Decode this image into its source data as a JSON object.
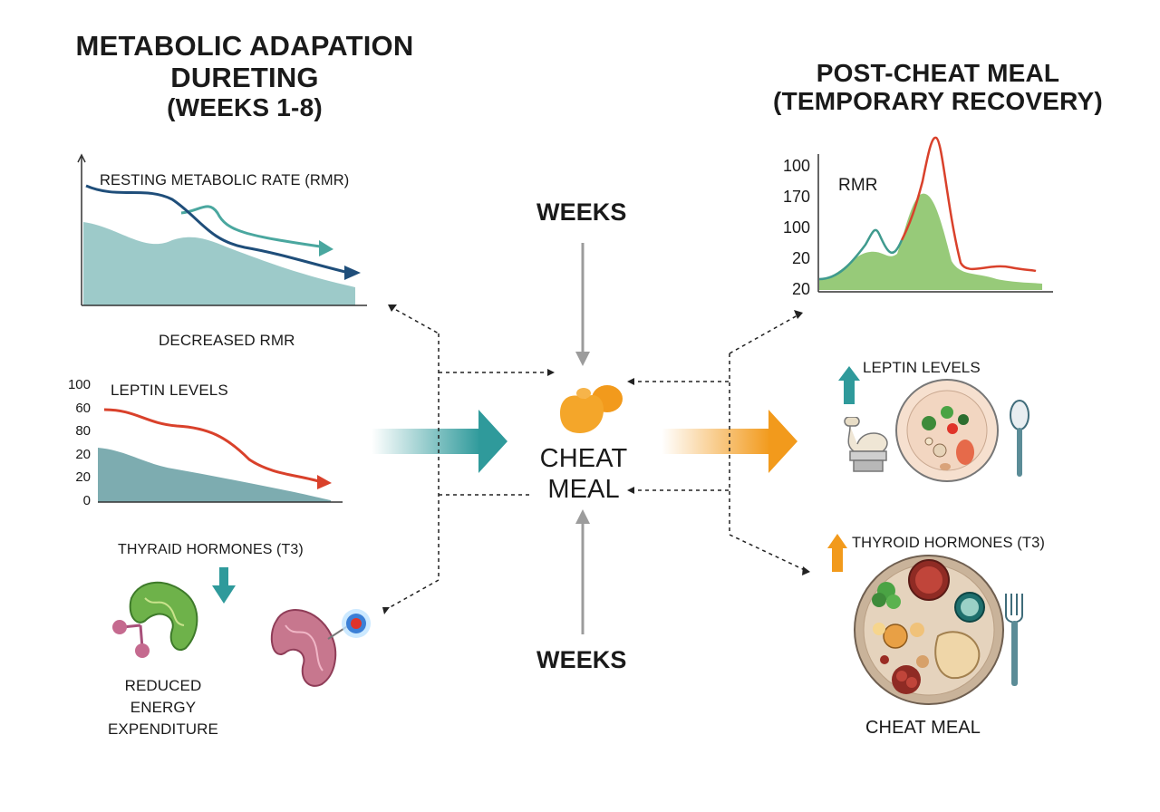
{
  "left": {
    "title_line1": "METABOLIC ADAPATION",
    "title_line2": "DURETING",
    "title_line3": "(WEEKS 1-8)",
    "rmr_chart": {
      "label": "RESTING METABOLIC RATE (RMR)",
      "caption": "DECREASED RMR"
    },
    "leptin_chart": {
      "label": "LEPTIN LEVELS",
      "ticks": [
        "100",
        "60",
        "80",
        "20",
        "20",
        "0"
      ]
    },
    "thyroid": {
      "label": "THYRAID HORMONES (T3)",
      "caption_line1": "REDUCED",
      "caption_line2": "ENERGY",
      "caption_line3": "EXPENDITURE"
    }
  },
  "center": {
    "top_label": "WEEKS",
    "bottom_label": "WEEKS",
    "cheat_line1": "CHEAT",
    "cheat_line2": "MEAL"
  },
  "right": {
    "title_line1": "POST-CHEAT MEAL",
    "title_line2": "(TEMPORARY RECOVERY)",
    "rmr_chart": {
      "label": "RMR",
      "ticks": [
        "100",
        "170",
        "100",
        "20",
        "20"
      ]
    },
    "leptin_label": "LEPTIN LEVELS",
    "thyroid_label": "THYROID HORMONES (T3)",
    "plate_caption": "CHEAT MEAL"
  },
  "colors": {
    "teal_arrow": "#2f9a9b",
    "orange_arrow": "#f29a1c",
    "navy_line": "#1f4e7a",
    "red_line": "#d9412b",
    "area_teal": "#8cc1c0",
    "area_green": "#8cc46a"
  }
}
